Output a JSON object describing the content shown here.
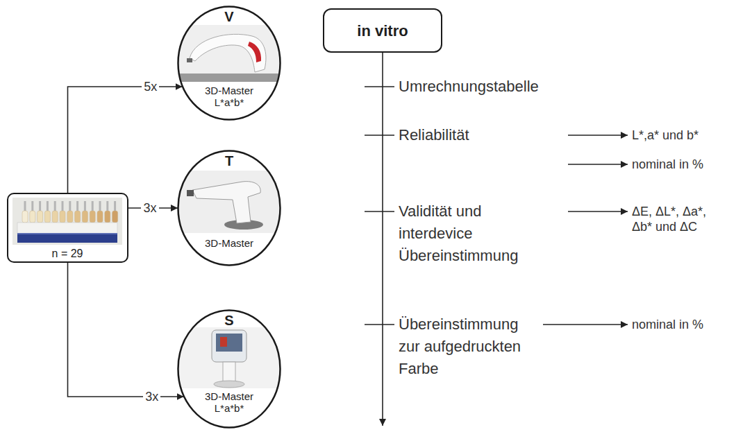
{
  "diagram": {
    "nodes": [
      {
        "text": [
          "n = 29"
        ]
      },
      {
        "text": [
          "V",
          "3D-Master L*a*b*"
        ]
      },
      {
        "text": [
          "T",
          "3D-Master"
        ]
      },
      {
        "text": [
          "S",
          "3D-Master L*a*b*"
        ]
      },
      {
        "text": [
          "in vitro"
        ]
      }
    ],
    "edges": [
      {
        "from": 0,
        "to": 1,
        "arrow": "to",
        "label": "5x"
      },
      {
        "from": 0,
        "to": 2,
        "arrow": "to",
        "label": "3x"
      },
      {
        "from": 0,
        "to": 3,
        "arrow": "to",
        "label": "3x"
      }
    ],
    "labels": [
      "Umrechnungstabelle",
      "Reliabilität",
      "Validität und interdevice Übereinstimmung",
      "Übereinstimmung zur aufgedruckten Farbe",
      "L*,a* und b*",
      "nominal in %",
      "ΔE, ΔL*, Δa*, Δb* und ΔC",
      "nominal in %"
    ]
  }
}
